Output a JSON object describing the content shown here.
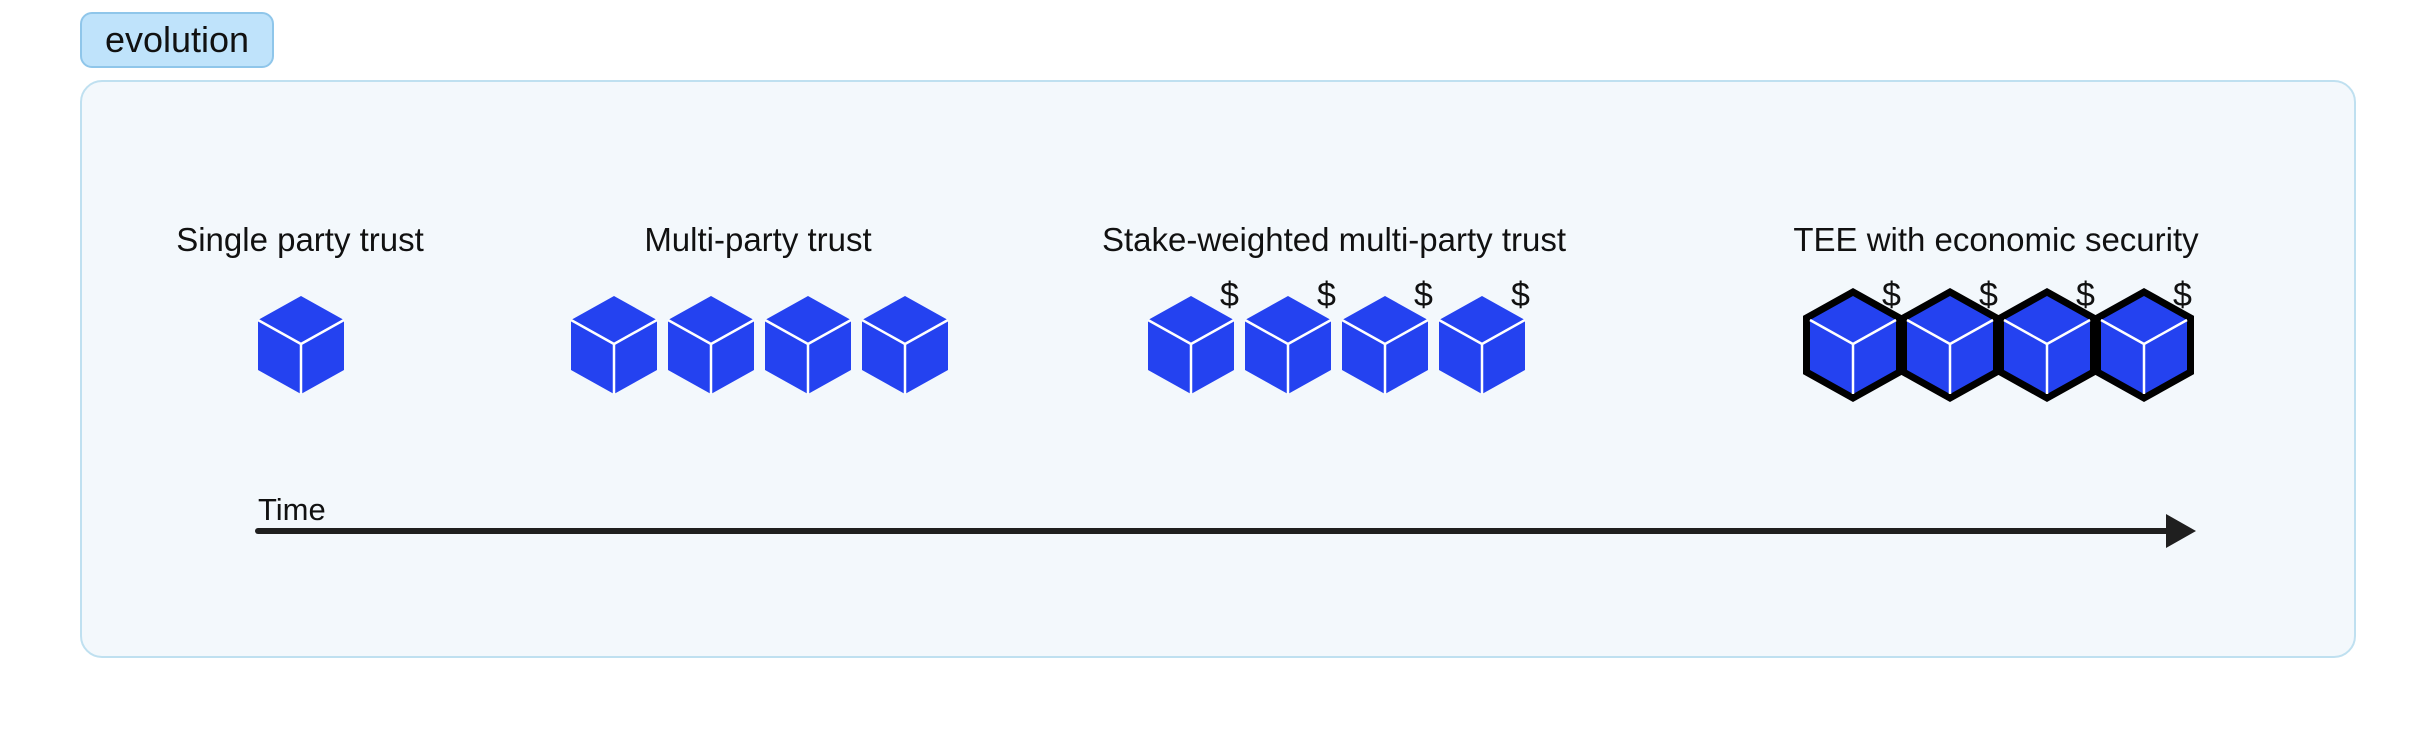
{
  "tag": {
    "label": "evolution"
  },
  "stages": [
    {
      "label": "Single party trust",
      "cubes": 1,
      "stake": false,
      "tee": false
    },
    {
      "label": "Multi-party trust",
      "cubes": 4,
      "stake": false,
      "tee": false
    },
    {
      "label": "Stake-weighted multi-party trust",
      "cubes": 4,
      "stake": true,
      "tee": false
    },
    {
      "label": "TEE with economic security",
      "cubes": 4,
      "stake": true,
      "tee": true
    }
  ],
  "stake_symbol": "$",
  "axis": {
    "label": "Time"
  },
  "colors": {
    "cube": "#2442f0",
    "cube_edge": "#ffffff",
    "tee_border": "#000000",
    "panel": "#f3f8fc",
    "tag": "#bfe3fb",
    "axis": "#1f1f1f"
  }
}
